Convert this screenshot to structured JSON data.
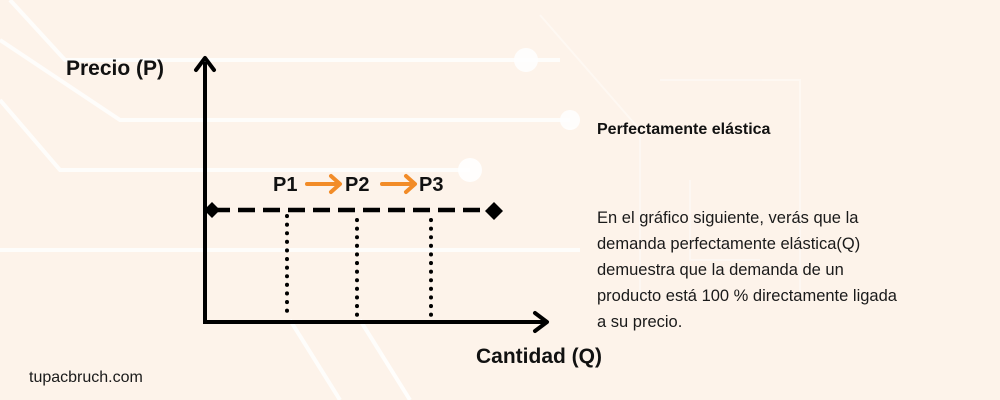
{
  "colors": {
    "background": "#fdf3ea",
    "decor_lines": "#ffffff",
    "axis": "#000000",
    "accent_arrow": "#f28c28",
    "text": "#111111"
  },
  "chart_data": {
    "type": "line",
    "title": "Perfectamente elástica",
    "xlabel": "Cantidad (Q)",
    "ylabel": "Precio (P)",
    "series": [
      {
        "name": "Demanda perfectamente elástica",
        "style": "dashed-horizontal",
        "endpoints": "diamond",
        "description": "Horizontal demand line at constant price"
      }
    ],
    "points": [
      "P1",
      "P2",
      "P3"
    ],
    "annotations": [
      {
        "from": "P1",
        "to": "P2",
        "type": "arrow",
        "color": "#f28c28"
      },
      {
        "from": "P2",
        "to": "P3",
        "type": "arrow",
        "color": "#f28c28"
      }
    ],
    "vertical_guides": 3,
    "grid": false
  },
  "diagram": {
    "y_axis_label": "Precio (P)",
    "x_axis_label": "Cantidad (Q)",
    "points": [
      {
        "label": "P1"
      },
      {
        "label": "P2"
      },
      {
        "label": "P3"
      }
    ]
  },
  "text_panel": {
    "title": "Perfectamente elástica",
    "body_lines": [
      "En el gráfico siguiente, verás que la",
      "demanda perfectamente elástica(Q)",
      "demuestra que la demanda de un",
      "producto está 100 % directamente ligada",
      "a su precio."
    ]
  },
  "footer": {
    "site": "tupacbruch.com"
  }
}
